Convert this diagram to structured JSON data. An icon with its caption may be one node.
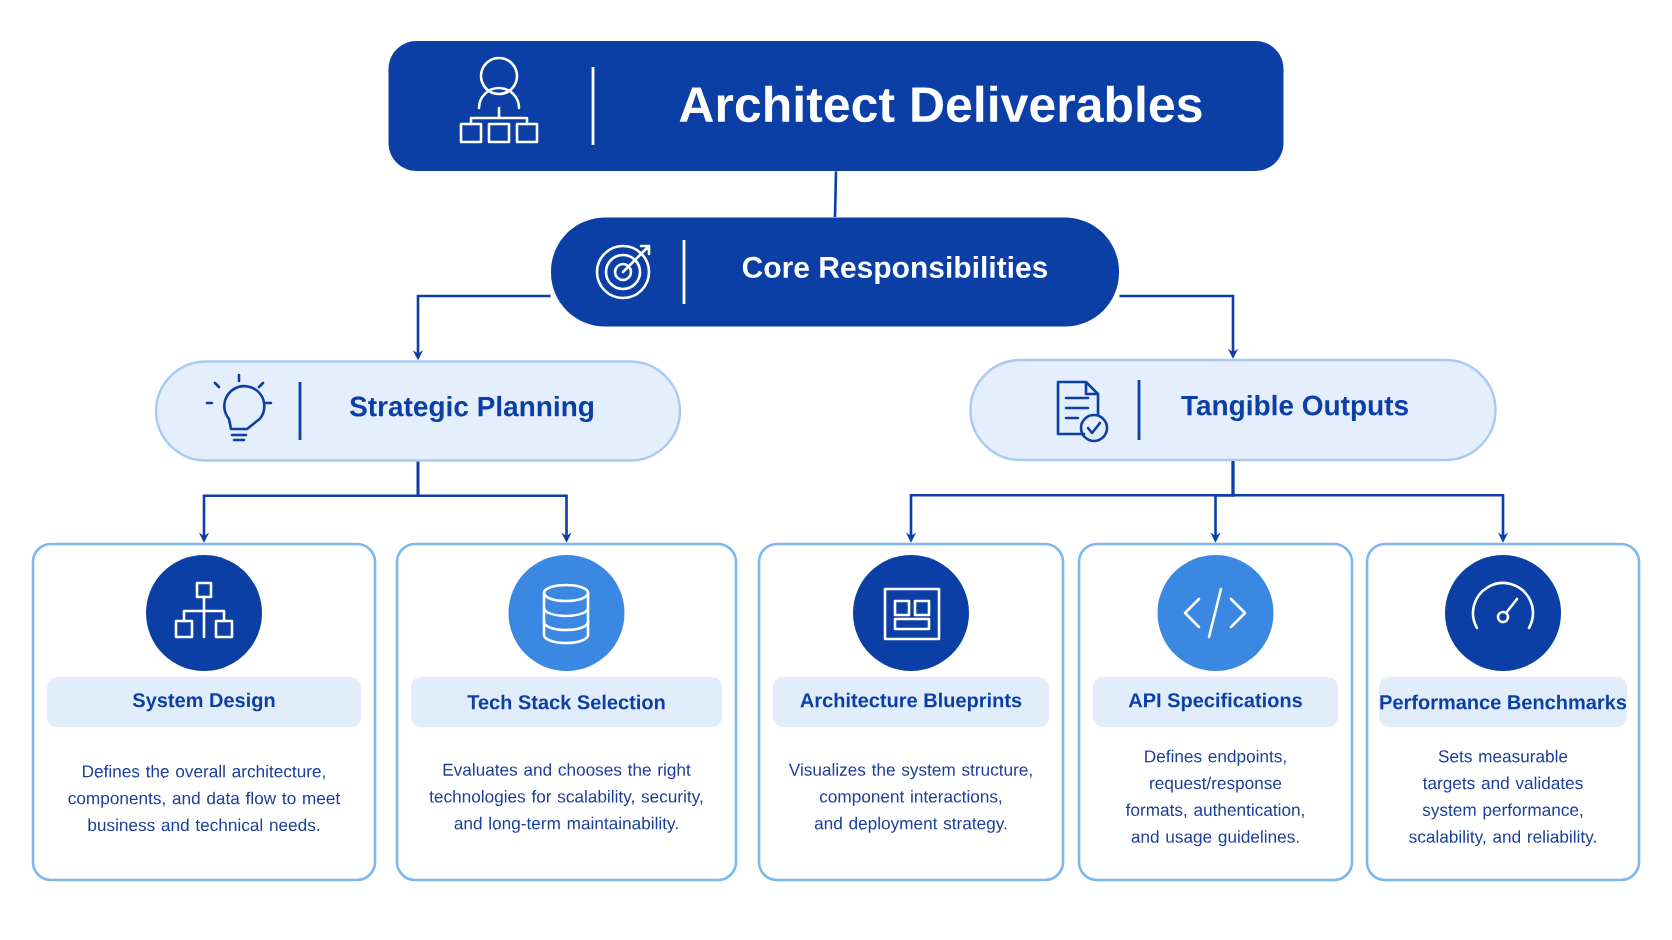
{
  "diagram": {
    "nodes": [
      {
        "text": [
          "Architect Deliverables"
        ]
      },
      {
        "text": [
          "Core Responsibilities"
        ]
      },
      {
        "text": [
          "Strategic Planning"
        ]
      },
      {
        "text": [
          "Tangible Outputs"
        ]
      },
      {
        "text": [
          "System Design",
          "Defines the overall architecture, components, and data flow to meet business and technical needs."
        ]
      },
      {
        "text": [
          "Tech Stack Selection",
          "Evaluates and chooses the right technologies for scalability, security, and long-term maintainability."
        ]
      },
      {
        "text": [
          "Architecture Blueprints",
          "Visualizes the system structure, component interactions, and deployment strategy."
        ]
      },
      {
        "text": [
          "API Specifications",
          "Defines endpoints, request/response formats, authentication, and usage guidelines."
        ]
      },
      {
        "text": [
          "Performance Benchmarks",
          "Sets measurable targets and validates system performance, scalability, and reliability."
        ]
      }
    ],
    "edges": [
      {
        "from": 0,
        "to": 1,
        "arrow": "none"
      },
      {
        "from": 1,
        "to": 2,
        "arrow": "to"
      },
      {
        "from": 1,
        "to": 3,
        "arrow": "to"
      },
      {
        "from": 2,
        "to": 4,
        "arrow": "to"
      },
      {
        "from": 2,
        "to": 5,
        "arrow": "to"
      },
      {
        "from": 3,
        "to": 6,
        "arrow": "to"
      },
      {
        "from": 3,
        "to": 7,
        "arrow": "to"
      },
      {
        "from": 3,
        "to": 8,
        "arrow": "to"
      }
    ]
  }
}
